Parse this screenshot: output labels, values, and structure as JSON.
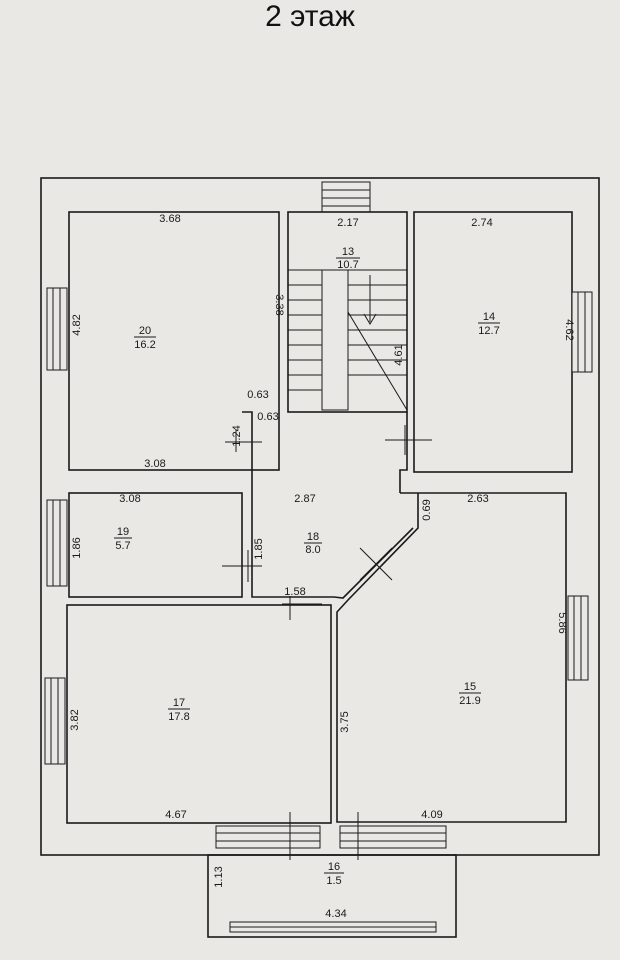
{
  "floor_title": "2 этаж",
  "rooms": [
    {
      "id": "r20",
      "number": "20",
      "area": "16.2"
    },
    {
      "id": "r13",
      "number": "13",
      "area": "10.7"
    },
    {
      "id": "r14",
      "number": "14",
      "area": "12.7"
    },
    {
      "id": "r19",
      "number": "19",
      "area": "5.7"
    },
    {
      "id": "r18",
      "number": "18",
      "area": "8.0"
    },
    {
      "id": "r17",
      "number": "17",
      "area": "17.8"
    },
    {
      "id": "r15",
      "number": "15",
      "area": "21.9"
    },
    {
      "id": "r16",
      "number": "16",
      "area": "1.5"
    }
  ],
  "dimensions": {
    "r20_top": "3.68",
    "r20_left": "4.82",
    "r20_right": "3.38",
    "r20_bottom": "3.08",
    "jog_a": "0.63",
    "jog_b": "0.63",
    "door_w": "1.24",
    "r13_top": "2.17",
    "stair_diag": "4.61",
    "r14_top": "2.74",
    "r14_right": "4.62",
    "r18_top": "2.87",
    "r18_diag": "0.69",
    "r19_top": "3.08",
    "r19_left": "1.86",
    "r19_right": "1.85",
    "r15_top": "2.63",
    "r15_right": "5.86",
    "r18_bottom": "1.58",
    "r17_left": "3.82",
    "r17_bottom": "4.67",
    "r15_left": "3.75",
    "r15_bottom": "4.09",
    "r16_left": "1.13",
    "r16_bottom": "4.34"
  }
}
